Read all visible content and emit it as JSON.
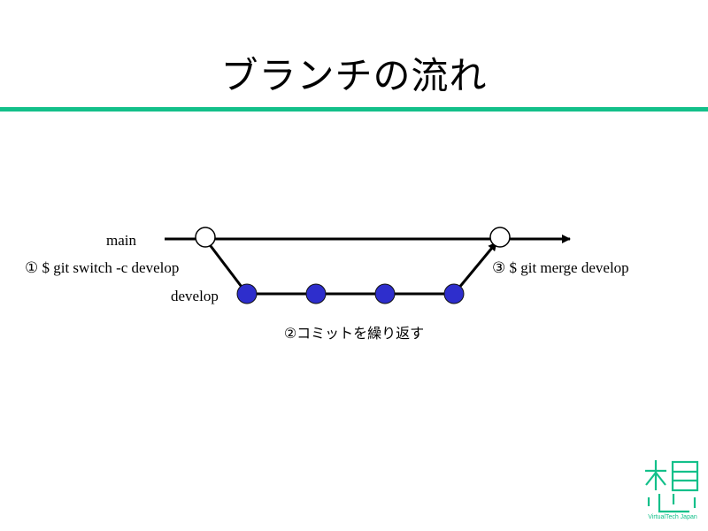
{
  "slide": {
    "title": "ブランチの流れ",
    "accent_color": "#13C08A",
    "commit_color": "#2E2ECC"
  },
  "diagram": {
    "main_label": "main",
    "develop_label": "develop",
    "step1": "① $ git switch -c develop",
    "step2": "②コミットを繰り返す",
    "step3": "③ $ git merge develop",
    "develop_commit_count": 4
  },
  "logo": {
    "caption": "VirtualTech Japan",
    "icon": "virtualtech-logo-icon"
  }
}
